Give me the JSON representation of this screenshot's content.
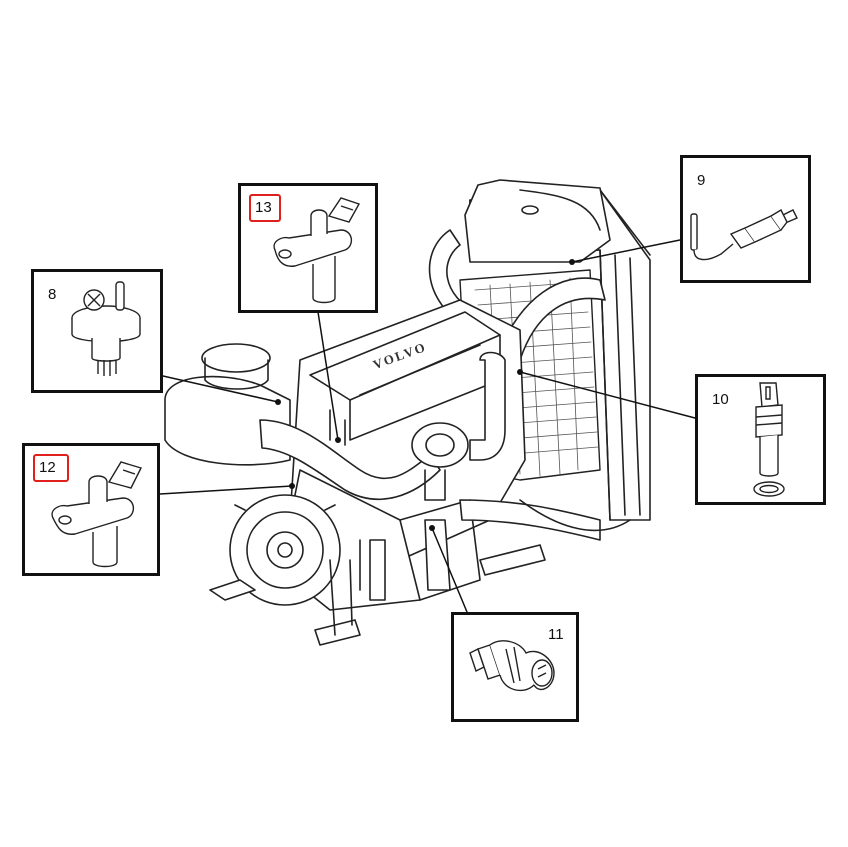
{
  "callouts": {
    "c8": {
      "label": "8"
    },
    "c9": {
      "label": "9"
    },
    "c10": {
      "label": "10"
    },
    "c11": {
      "label": "11"
    },
    "c12": {
      "label": "12",
      "highlighted": true
    },
    "c13": {
      "label": "13",
      "highlighted": true
    }
  },
  "engine": {
    "brand_lettering": "VOLVO"
  },
  "colors": {
    "line": "#111111",
    "highlight": "#e0201c",
    "background": "#ffffff"
  }
}
